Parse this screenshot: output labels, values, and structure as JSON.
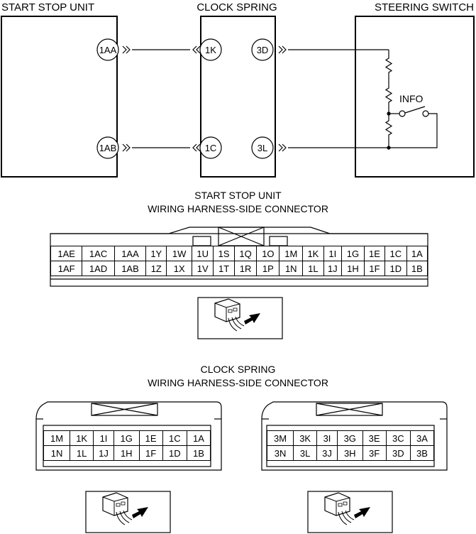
{
  "wiring": {
    "unit_left": "START STOP UNIT",
    "unit_middle": "CLOCK SPRING",
    "unit_right": "STEERING SWITCH",
    "pins": {
      "ss_top": "1AA",
      "ss_bottom": "1AB",
      "cs_left_top": "1K",
      "cs_left_bottom": "1C",
      "cs_right_top": "3D",
      "cs_right_bottom": "3L"
    },
    "switch_label": "INFO"
  },
  "ssu_connector": {
    "title_line1": "START STOP UNIT",
    "title_line2": "WIRING HARNESS-SIDE CONNECTOR",
    "rows": [
      [
        "1AE",
        "1AC",
        "1AA",
        "1Y",
        "1W",
        "1U",
        "1S",
        "1Q",
        "1O",
        "1M",
        "1K",
        "1I",
        "1G",
        "1E",
        "1C",
        "1A"
      ],
      [
        "1AF",
        "1AD",
        "1AB",
        "1Z",
        "1X",
        "1V",
        "1T",
        "1R",
        "1P",
        "1N",
        "1L",
        "1J",
        "1H",
        "1F",
        "1D",
        "1B"
      ]
    ]
  },
  "cs_connector": {
    "title_line1": "CLOCK SPRING",
    "title_line2": "WIRING HARNESS-SIDE CONNECTOR",
    "left_rows": [
      [
        "1M",
        "1K",
        "1I",
        "1G",
        "1E",
        "1C",
        "1A"
      ],
      [
        "1N",
        "1L",
        "1J",
        "1H",
        "1F",
        "1D",
        "1B"
      ]
    ],
    "right_rows": [
      [
        "3M",
        "3K",
        "3I",
        "3G",
        "3E",
        "3C",
        "3A"
      ],
      [
        "3N",
        "3L",
        "3J",
        "3H",
        "3F",
        "3D",
        "3B"
      ]
    ]
  }
}
